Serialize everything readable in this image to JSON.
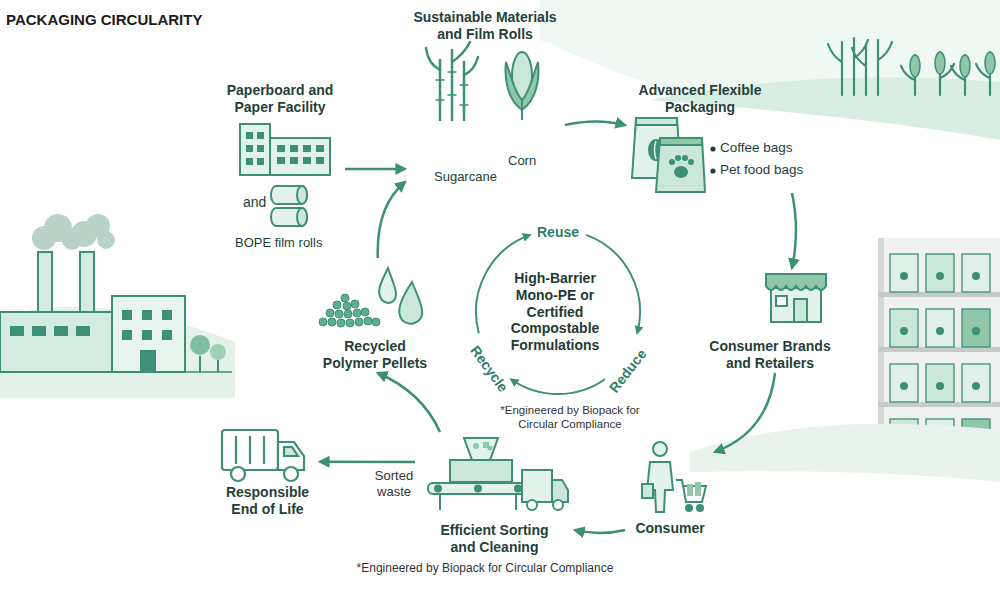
{
  "diagram": {
    "title": "PACKAGING CIRCULARITY",
    "caption": "*Engineered by Biopack for Circular Compliance",
    "nodes": [
      {
        "text": [
          "Paperboard and Paper Facility",
          "and",
          "BOPE film rolls"
        ]
      },
      {
        "text": [
          "Sustainable Materials and Film Rolls",
          "Sugarcane",
          "Corn"
        ]
      },
      {
        "text": [
          "Advanced Flexible Packaging",
          "Coffee bags",
          "Pet food bags"
        ]
      },
      {
        "text": [
          "Consumer Brands and Retailers"
        ]
      },
      {
        "text": [
          "Consumer"
        ]
      },
      {
        "text": [
          "Efficient Sorting and Cleaning"
        ]
      },
      {
        "text": [
          "Responsible End of Life"
        ]
      },
      {
        "text": [
          "Recycled Polymer Pellets"
        ]
      }
    ],
    "edges": [
      {
        "from": 0,
        "to": 1,
        "arrow": "to"
      },
      {
        "from": 1,
        "to": 2,
        "arrow": "to"
      },
      {
        "from": 2,
        "to": 3,
        "arrow": "to"
      },
      {
        "from": 3,
        "to": 4,
        "arrow": "to"
      },
      {
        "from": 4,
        "to": 5,
        "arrow": "to"
      },
      {
        "from": 5,
        "to": 6,
        "arrow": "to",
        "label": "Sorted waste"
      },
      {
        "from": 5,
        "to": 7,
        "arrow": "to"
      },
      {
        "from": 7,
        "to": 1,
        "arrow": "to"
      }
    ],
    "labels": [
      "Reuse",
      "Reduce",
      "Recycle",
      "High-Barrier Mono-PE or Certified Compostable Formulations",
      "*Engineered by Biopack for Circular Compliance"
    ]
  }
}
